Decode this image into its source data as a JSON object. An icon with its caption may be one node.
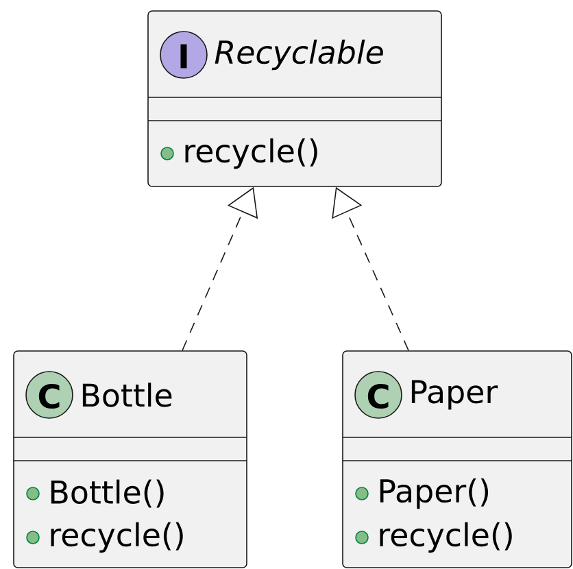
{
  "diagram": {
    "nodes": [
      {
        "text": [
          "I",
          "Recyclable",
          "recycle()"
        ]
      },
      {
        "text": [
          "C",
          "Bottle",
          "Bottle()",
          "recycle()"
        ]
      },
      {
        "text": [
          "C",
          "Paper",
          "Paper()",
          "recycle()"
        ]
      }
    ],
    "edges": [
      {
        "from": 1,
        "to": 0,
        "arrow": "to",
        "style": "dashed"
      },
      {
        "from": 2,
        "to": 0,
        "arrow": "to",
        "style": "dashed"
      }
    ]
  }
}
